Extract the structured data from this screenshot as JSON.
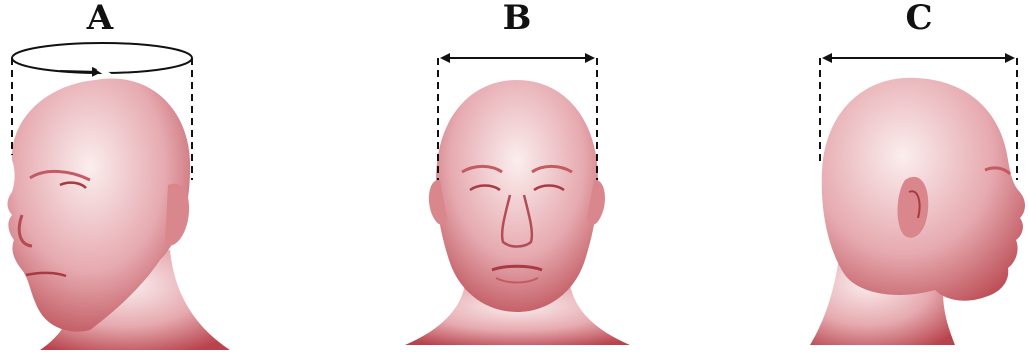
{
  "panels": [
    {
      "label": "A",
      "view": "three-quarter",
      "measurement": "circumference"
    },
    {
      "label": "B",
      "view": "front",
      "measurement": "width"
    },
    {
      "label": "C",
      "view": "side",
      "measurement": "length"
    }
  ],
  "colors": {
    "skin_light": "#f6d9d9",
    "skin_mid": "#e3a3a6",
    "skin_dark": "#b8434c",
    "line": "#111111"
  }
}
